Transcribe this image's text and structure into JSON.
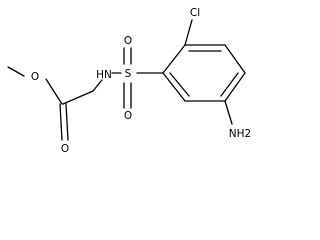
{
  "molecule": {
    "atoms": {
      "methyl_o": "O",
      "carbonyl_o": "O",
      "amide_nh": "HN",
      "sulfur": "S",
      "sulfonyl_o_top": "O",
      "sulfonyl_o_bottom": "O",
      "chlorine": "Cl",
      "amine": "NH2"
    }
  }
}
